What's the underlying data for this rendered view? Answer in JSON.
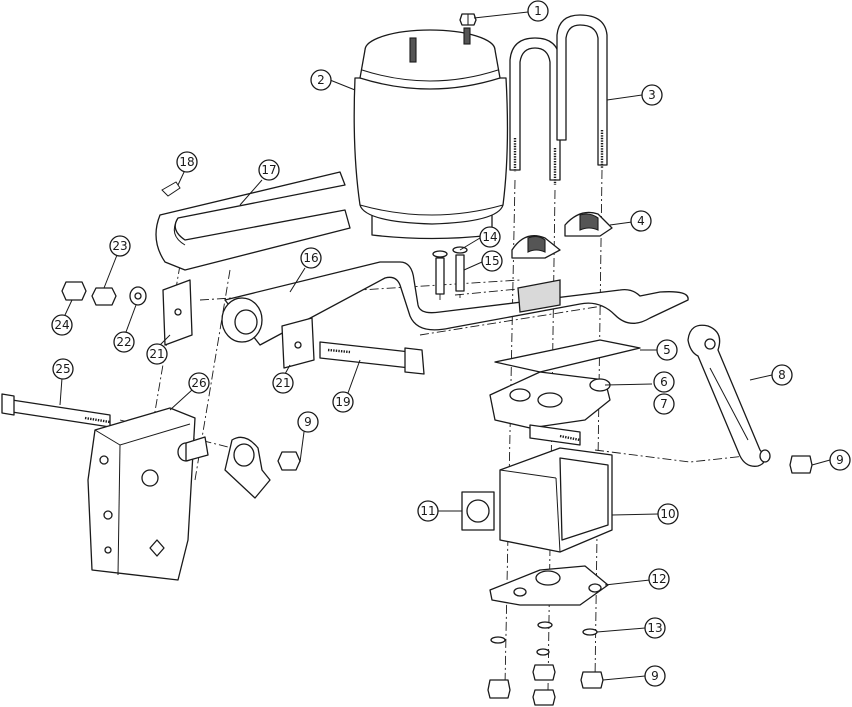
{
  "diagram": {
    "callouts": [
      {
        "label": "1"
      },
      {
        "label": "2"
      },
      {
        "label": "3"
      },
      {
        "label": "4"
      },
      {
        "label": "5"
      },
      {
        "label": "6"
      },
      {
        "label": "7"
      },
      {
        "label": "8"
      },
      {
        "label": "9"
      },
      {
        "label": "9"
      },
      {
        "label": "9"
      },
      {
        "label": "10"
      },
      {
        "label": "11"
      },
      {
        "label": "12"
      },
      {
        "label": "13"
      },
      {
        "label": "14"
      },
      {
        "label": "15"
      },
      {
        "label": "16"
      },
      {
        "label": "17"
      },
      {
        "label": "18"
      },
      {
        "label": "19"
      },
      {
        "label": "21"
      },
      {
        "label": "21"
      },
      {
        "label": "22"
      },
      {
        "label": "23"
      },
      {
        "label": "24"
      },
      {
        "label": "25"
      },
      {
        "label": "26"
      }
    ]
  }
}
